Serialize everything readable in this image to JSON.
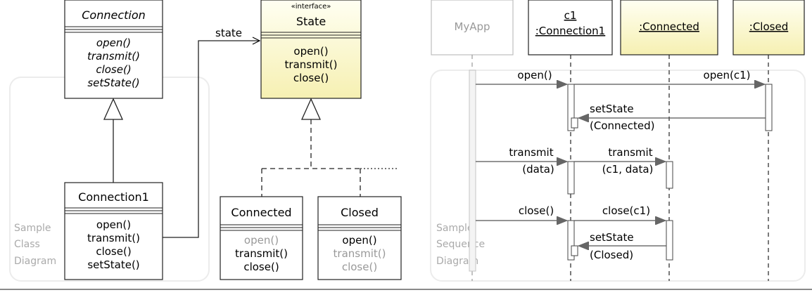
{
  "class_diagram": {
    "frame_caption": [
      "Sample",
      "Class",
      "Diagram"
    ],
    "connection": {
      "name": "Connection",
      "operations": [
        "open()",
        "transmit()",
        "close()",
        "setState()"
      ]
    },
    "state": {
      "stereotype": "«interface»",
      "name": "State",
      "operations": [
        "open()",
        "transmit()",
        "close()"
      ]
    },
    "association_label": "state",
    "connection1": {
      "name": "Connection1",
      "operations": [
        "open()",
        "transmit()",
        "close()",
        "setState()"
      ]
    },
    "connected": {
      "name": "Connected",
      "operations": [
        "open()",
        "transmit()",
        "close()"
      ]
    },
    "closed": {
      "name": "Closed",
      "operations": [
        "open()",
        "transmit()",
        "close()"
      ]
    }
  },
  "sequence_diagram": {
    "frame_caption": [
      "Sample",
      "Sequence",
      "Diagram"
    ],
    "lifelines": {
      "myapp": "MyApp",
      "c1_name": "c1",
      "c1_type": ":Connection1",
      "connected": ":Connected",
      "closed": ":Closed"
    },
    "messages": {
      "m1": "open()",
      "m2": "open(c1)",
      "m3a": "setState",
      "m3b": "(Connected)",
      "m4a": "transmit",
      "m4b": "(data)",
      "m5a": "transmit",
      "m5b": "(c1, data)",
      "m6": "close()",
      "m7": "close(c1)",
      "m8a": "setState",
      "m8b": "(Closed)"
    }
  },
  "colors": {
    "interface_fill_top": "#fffff0",
    "interface_fill_bottom": "#f5f0b4",
    "frame_stroke": "#e6e6e6",
    "message_arrow": "#555555",
    "muted_text": "#999999"
  }
}
